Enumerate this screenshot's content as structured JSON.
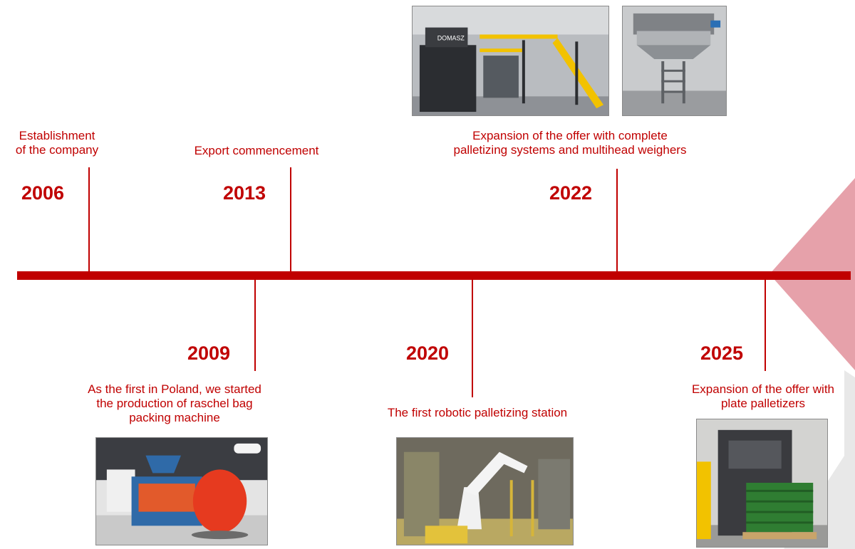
{
  "events": [
    {
      "year": "2006",
      "caption_lines": [
        "Establishment",
        "of the company"
      ]
    },
    {
      "year": "2009",
      "caption_lines": [
        "As the first in Poland, we started",
        "the production of raschel bag",
        "packing machine"
      ]
    },
    {
      "year": "2013",
      "caption_lines": [
        "Export commencement"
      ]
    },
    {
      "year": "2020",
      "caption_lines": [
        "The first robotic palletizing station"
      ]
    },
    {
      "year": "2022",
      "caption_lines": [
        "Expansion of the offer with complete",
        "palletizing systems and multihead weighers"
      ]
    },
    {
      "year": "2025",
      "caption_lines": [
        "Expansion of the offer with",
        "plate palletizers"
      ]
    }
  ],
  "photos": {
    "palletizing_system": {
      "logo_text": "DOMASZ"
    }
  },
  "colors": {
    "accent": "#c00000",
    "accent_light": "#e8a3ab",
    "grey_shape": "#e6e6e6"
  }
}
